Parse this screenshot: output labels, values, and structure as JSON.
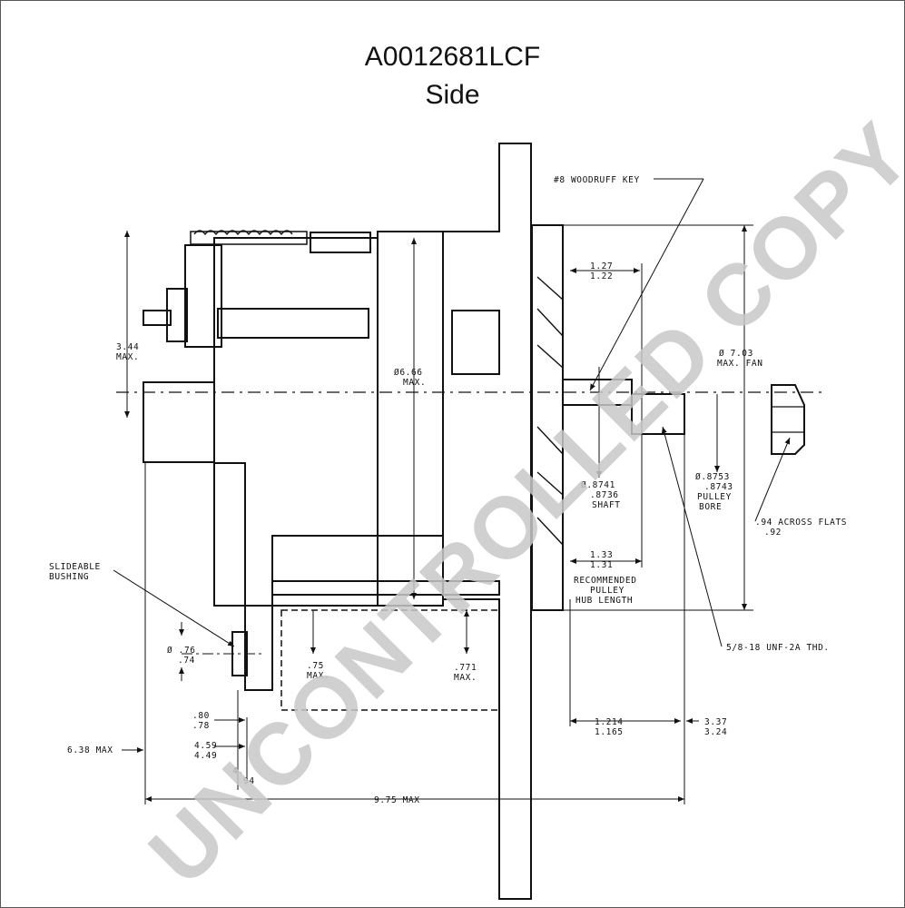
{
  "header": {
    "part_number": "A0012681LCF",
    "view": "Side"
  },
  "watermark": "UNCONTROLLED COPY",
  "labels": {
    "woodruff": "#8 WOODRUFF KEY",
    "d127": "1.27",
    "d122": "1.22",
    "d344": "3.44",
    "max1": "MAX.",
    "d666": "Ø6.66",
    "max2": "MAX.",
    "d703": "Ø 7.03",
    "maxfan": "MAX. FAN",
    "shaft1": "Ø.8741",
    "shaft2": ".8736",
    "shaft3": "SHAFT",
    "bore1": "Ø.8753",
    "bore2": ".8743",
    "bore3": "PULLEY",
    "bore4": "BORE",
    "flats1": ".94 ACROSS FLATS",
    "flats2": ".92",
    "slide1": "SLIDEABLE",
    "slide2": "BUSHING",
    "d133": "1.33",
    "d131": "1.31",
    "rec1": "RECOMMENDED",
    "rec2": "PULLEY",
    "rec3": "HUB LENGTH",
    "thread": "5/8-18 UNF-2A THD.",
    "d076": "Ø .76",
    "d074": ".74",
    "d075": ".75",
    "max3": "MAX.",
    "d771": ".771",
    "max4": "MAX.",
    "d080": ".80",
    "d078": ".78",
    "d459": "4.59",
    "d449": "4.49",
    "d4x": "4.",
    "d94": "94",
    "d638": "6.38 MAX",
    "d1214": "1.214",
    "d1165": "1.165",
    "d337": "3.37",
    "d324": "3.24",
    "d975": "9.75 MAX"
  }
}
